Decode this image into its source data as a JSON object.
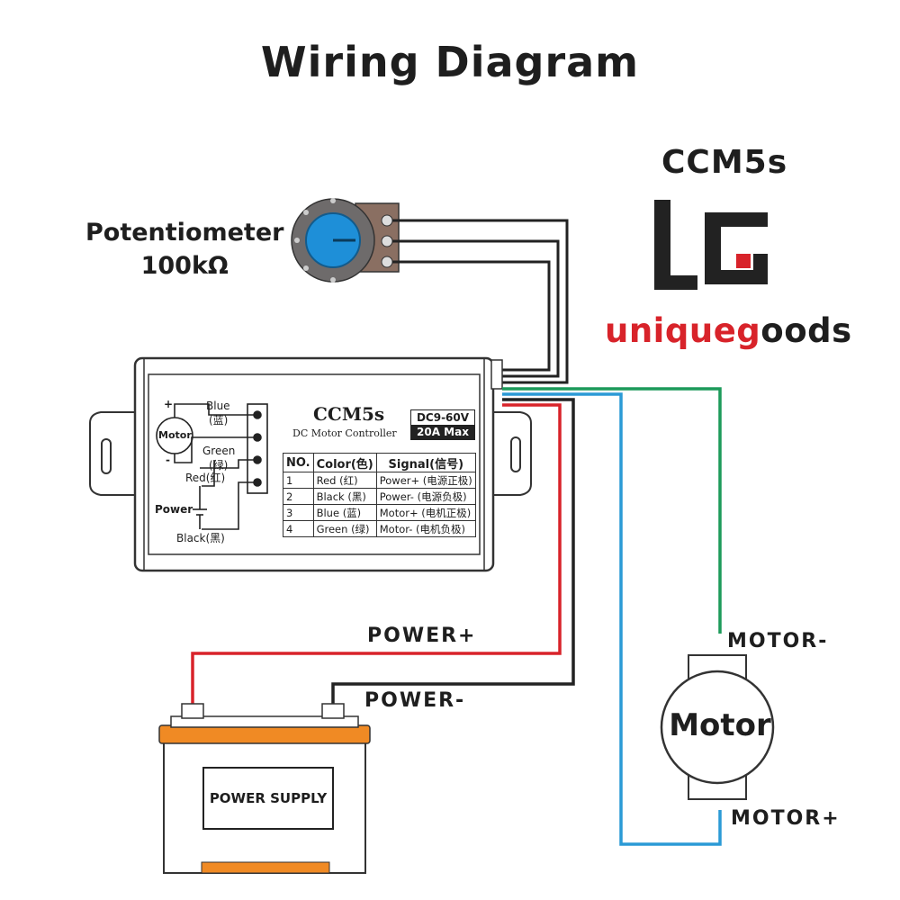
{
  "title": "Wiring Diagram",
  "model": "CCM5s",
  "brand": {
    "text_a": "unique",
    "text_b": "g",
    "text_c": "oods"
  },
  "potentiometer": {
    "label": "Potentiometer",
    "value": "100kΩ"
  },
  "controller": {
    "model": "CCM5s",
    "subtitle": "DC Motor Controller",
    "voltage": "DC9-60V",
    "current": "20A Max",
    "mini_labels": {
      "blue": "Blue",
      "blue_cn": "(蓝)",
      "green": "Green",
      "green_cn": "(绿)",
      "red": "Red(红)",
      "motor": "Motor",
      "power": "Power",
      "black": "Black(黑)"
    },
    "table": {
      "headers": [
        "NO.",
        "Color(色)",
        "Signal(信号)"
      ],
      "rows": [
        [
          "1",
          "Red    (红)",
          "Power+ (电源正极)"
        ],
        [
          "2",
          "Black  (黑)",
          "Power- (电源负极)"
        ],
        [
          "3",
          "Blue   (蓝)",
          "Motor+ (电机正极)"
        ],
        [
          "4",
          "Green (绿)",
          "Motor- (电机负极)"
        ]
      ]
    }
  },
  "labels": {
    "power_plus": "POWER+",
    "power_minus": "POWER-",
    "motor_minus": "MOTOR-",
    "motor_plus": "MOTOR+"
  },
  "power_supply": "POWER SUPPLY",
  "motor": "Motor",
  "colors": {
    "red_wire": "#d8232a",
    "black_wire": "#222222",
    "blue_wire": "#2b9ad6",
    "green_wire": "#1c9a5a",
    "battery_orange": "#f08a24",
    "pot_knob": "#1e8fd8"
  }
}
